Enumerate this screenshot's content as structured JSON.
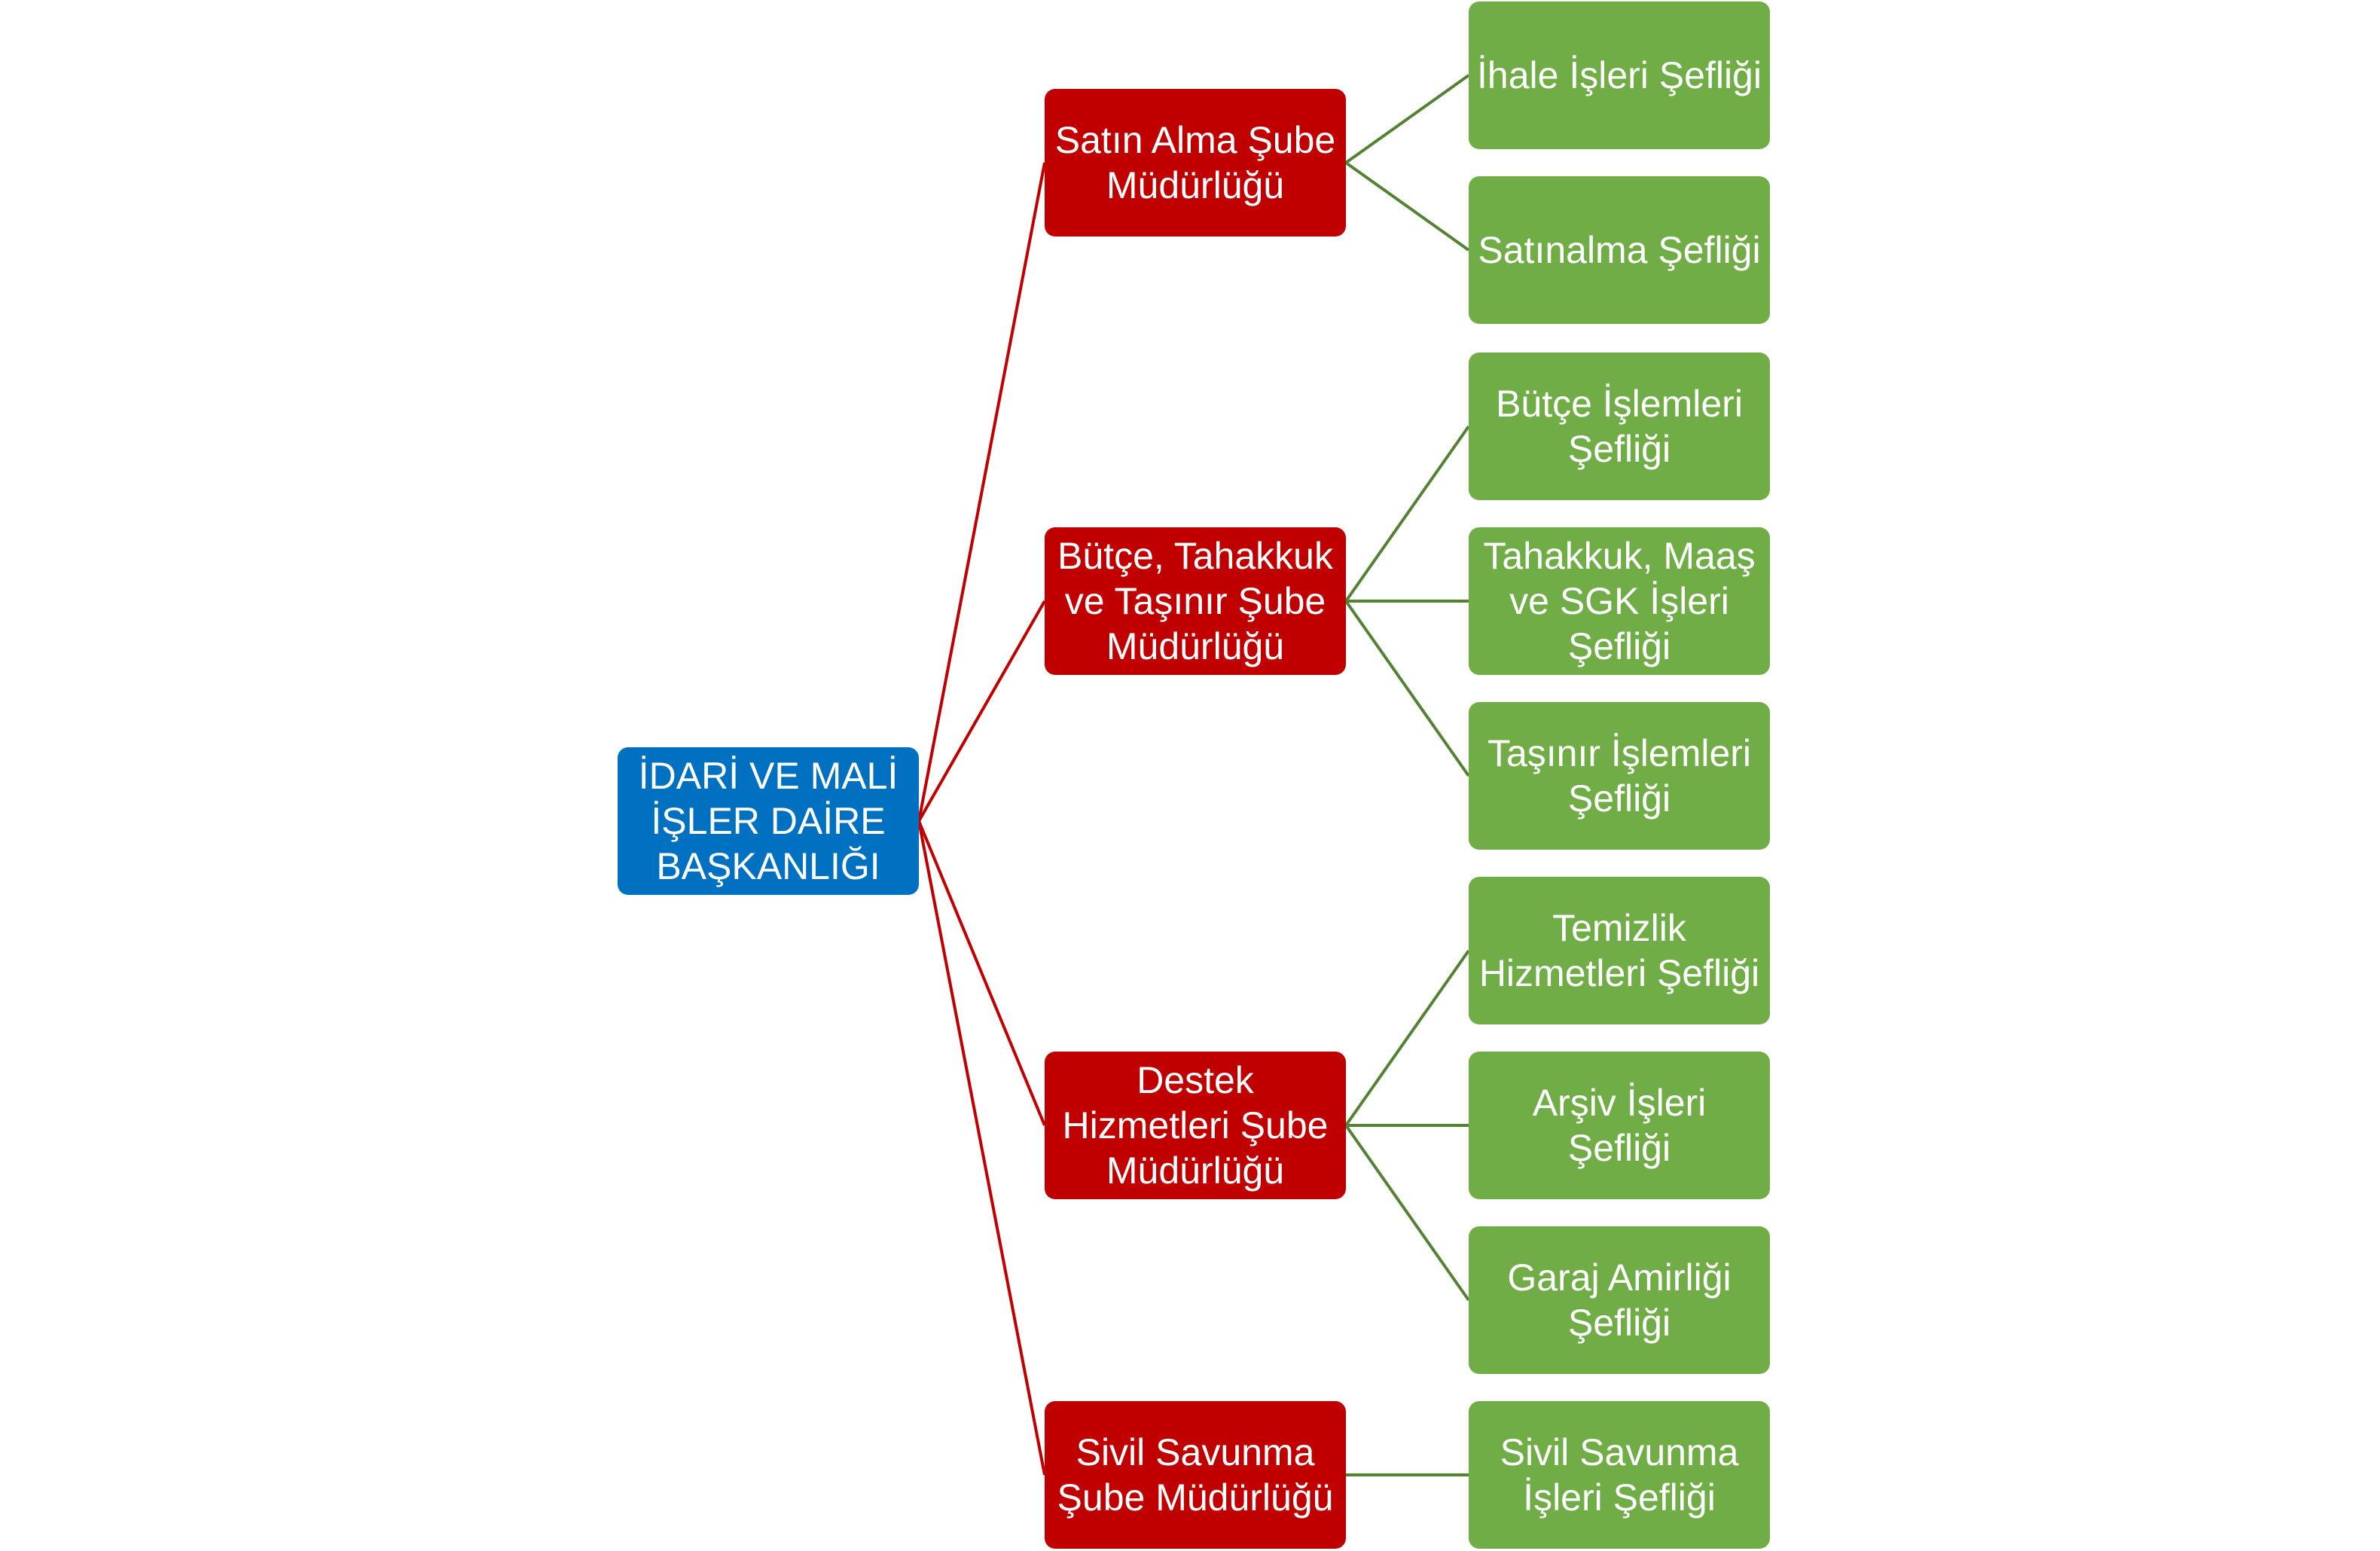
{
  "colors": {
    "root": "#0070c0",
    "branch": "#c00000",
    "leaf": "#70ad47",
    "branch_line": "#c00000",
    "leaf_line": "#548235"
  },
  "root": {
    "label": "İDARİ VE MALİ İŞLER DAİRE BAŞKANLIĞI"
  },
  "branches": [
    {
      "label": "Satın Alma Şube Müdürlüğü",
      "children": [
        "İhale İşleri Şefliği",
        "Satınalma Şefliği"
      ]
    },
    {
      "label": "Bütçe, Tahakkuk ve Taşınır Şube Müdürlüğü",
      "children": [
        "Bütçe İşlemleri Şefliği",
        "Tahakkuk, Maaş ve SGK İşleri Şefliği",
        "Taşınır İşlemleri Şefliği"
      ]
    },
    {
      "label": "Destek Hizmetleri Şube Müdürlüğü",
      "children": [
        "Temizlik Hizmetleri Şefliği",
        "Arşiv İşleri Şefliği",
        "Garaj Amirliği Şefliği"
      ]
    },
    {
      "label": "Sivil Savunma Şube Müdürlüğü",
      "children": [
        "Sivil Savunma İşleri Şefliği"
      ]
    }
  ]
}
